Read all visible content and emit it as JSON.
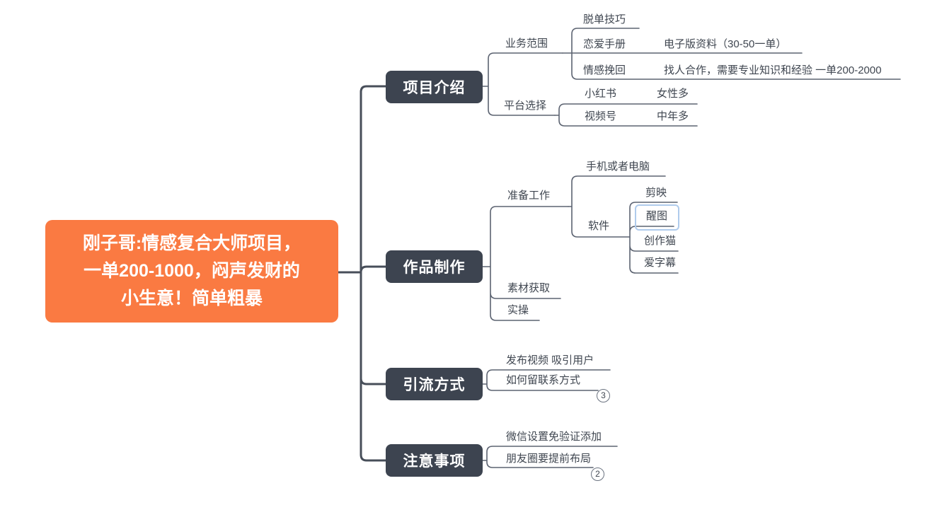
{
  "colors": {
    "root_bg": "#FA7A42",
    "topic_bg": "#3D4450",
    "line_main": "#474E59",
    "line_sub": "#5C6371",
    "label_text": "#3F4650",
    "selection": "#AFCBEC",
    "badge_border": "#6B7380"
  },
  "root": {
    "lines": [
      "刚子哥:情感复合大师项目，",
      "一单200-1000，闷声发财的",
      "小生意！简单粗暴"
    ]
  },
  "topics": {
    "intro": "项目介绍",
    "production": "作品制作",
    "traffic": "引流方式",
    "notes": "注意事项"
  },
  "labels": {
    "biz_scope": "业务范围",
    "single_skill": "脱单技巧",
    "love_manual": "恋爱手册",
    "ebook": "电子版资料（30-50一单）",
    "emotion_recover": "情感挽回",
    "cooperate": "找人合作，需要专业知识和经验 一单200-2000",
    "platform": "平台选择",
    "xiaohongshu": "小红书",
    "female": "女性多",
    "shipinhao": "视频号",
    "middle_age": "中年多",
    "prepare": "准备工作",
    "phone_pc": "手机或者电脑",
    "software": "软件",
    "jianying": "剪映",
    "xingtu": "醒图",
    "chuangzuomao": "创作猫",
    "aizimu": "爱字幕",
    "material": "素材获取",
    "practice": "实操",
    "publish": "发布视频 吸引用户",
    "contact": "如何留联系方式",
    "wechat": "微信设置免验证添加",
    "moments": "朋友圈要提前布局"
  },
  "badges": {
    "contact_count": "3",
    "moments_count": "2"
  }
}
